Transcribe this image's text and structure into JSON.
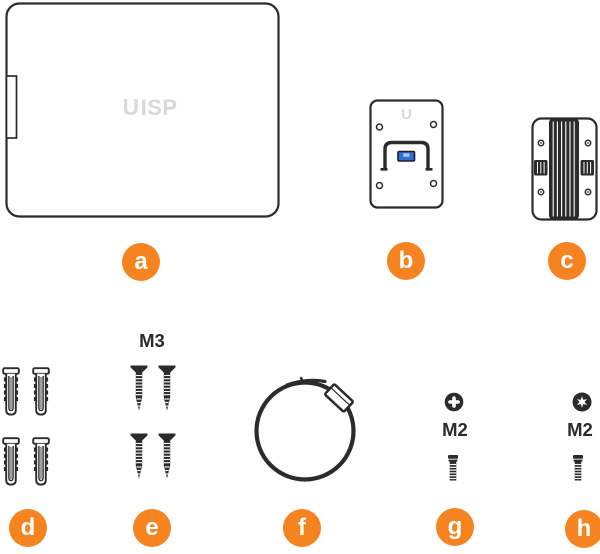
{
  "theme": {
    "accent_orange": "#F5831F",
    "line_color": "#2b2b2b",
    "logo_gray": "#d9d9d9",
    "usb_blue": "#2f6fd9",
    "usb_blue_light": "#a9c9ff"
  },
  "enclosure": {
    "logo_u": "U",
    "logo_isp": "ISP"
  },
  "mount_plate": {
    "logo": "U"
  },
  "labels": {
    "m3": "M3",
    "m2_phillips": "M2",
    "m2_torx": "M2"
  },
  "counts": {
    "anchors": 4,
    "m3_screws": 4,
    "m2_phillips_screws": 1,
    "m2_torx_screws": 1
  },
  "badges": {
    "a": "a",
    "b": "b",
    "c": "c",
    "d": "d",
    "e": "e",
    "f": "f",
    "g": "g",
    "h": "h"
  }
}
